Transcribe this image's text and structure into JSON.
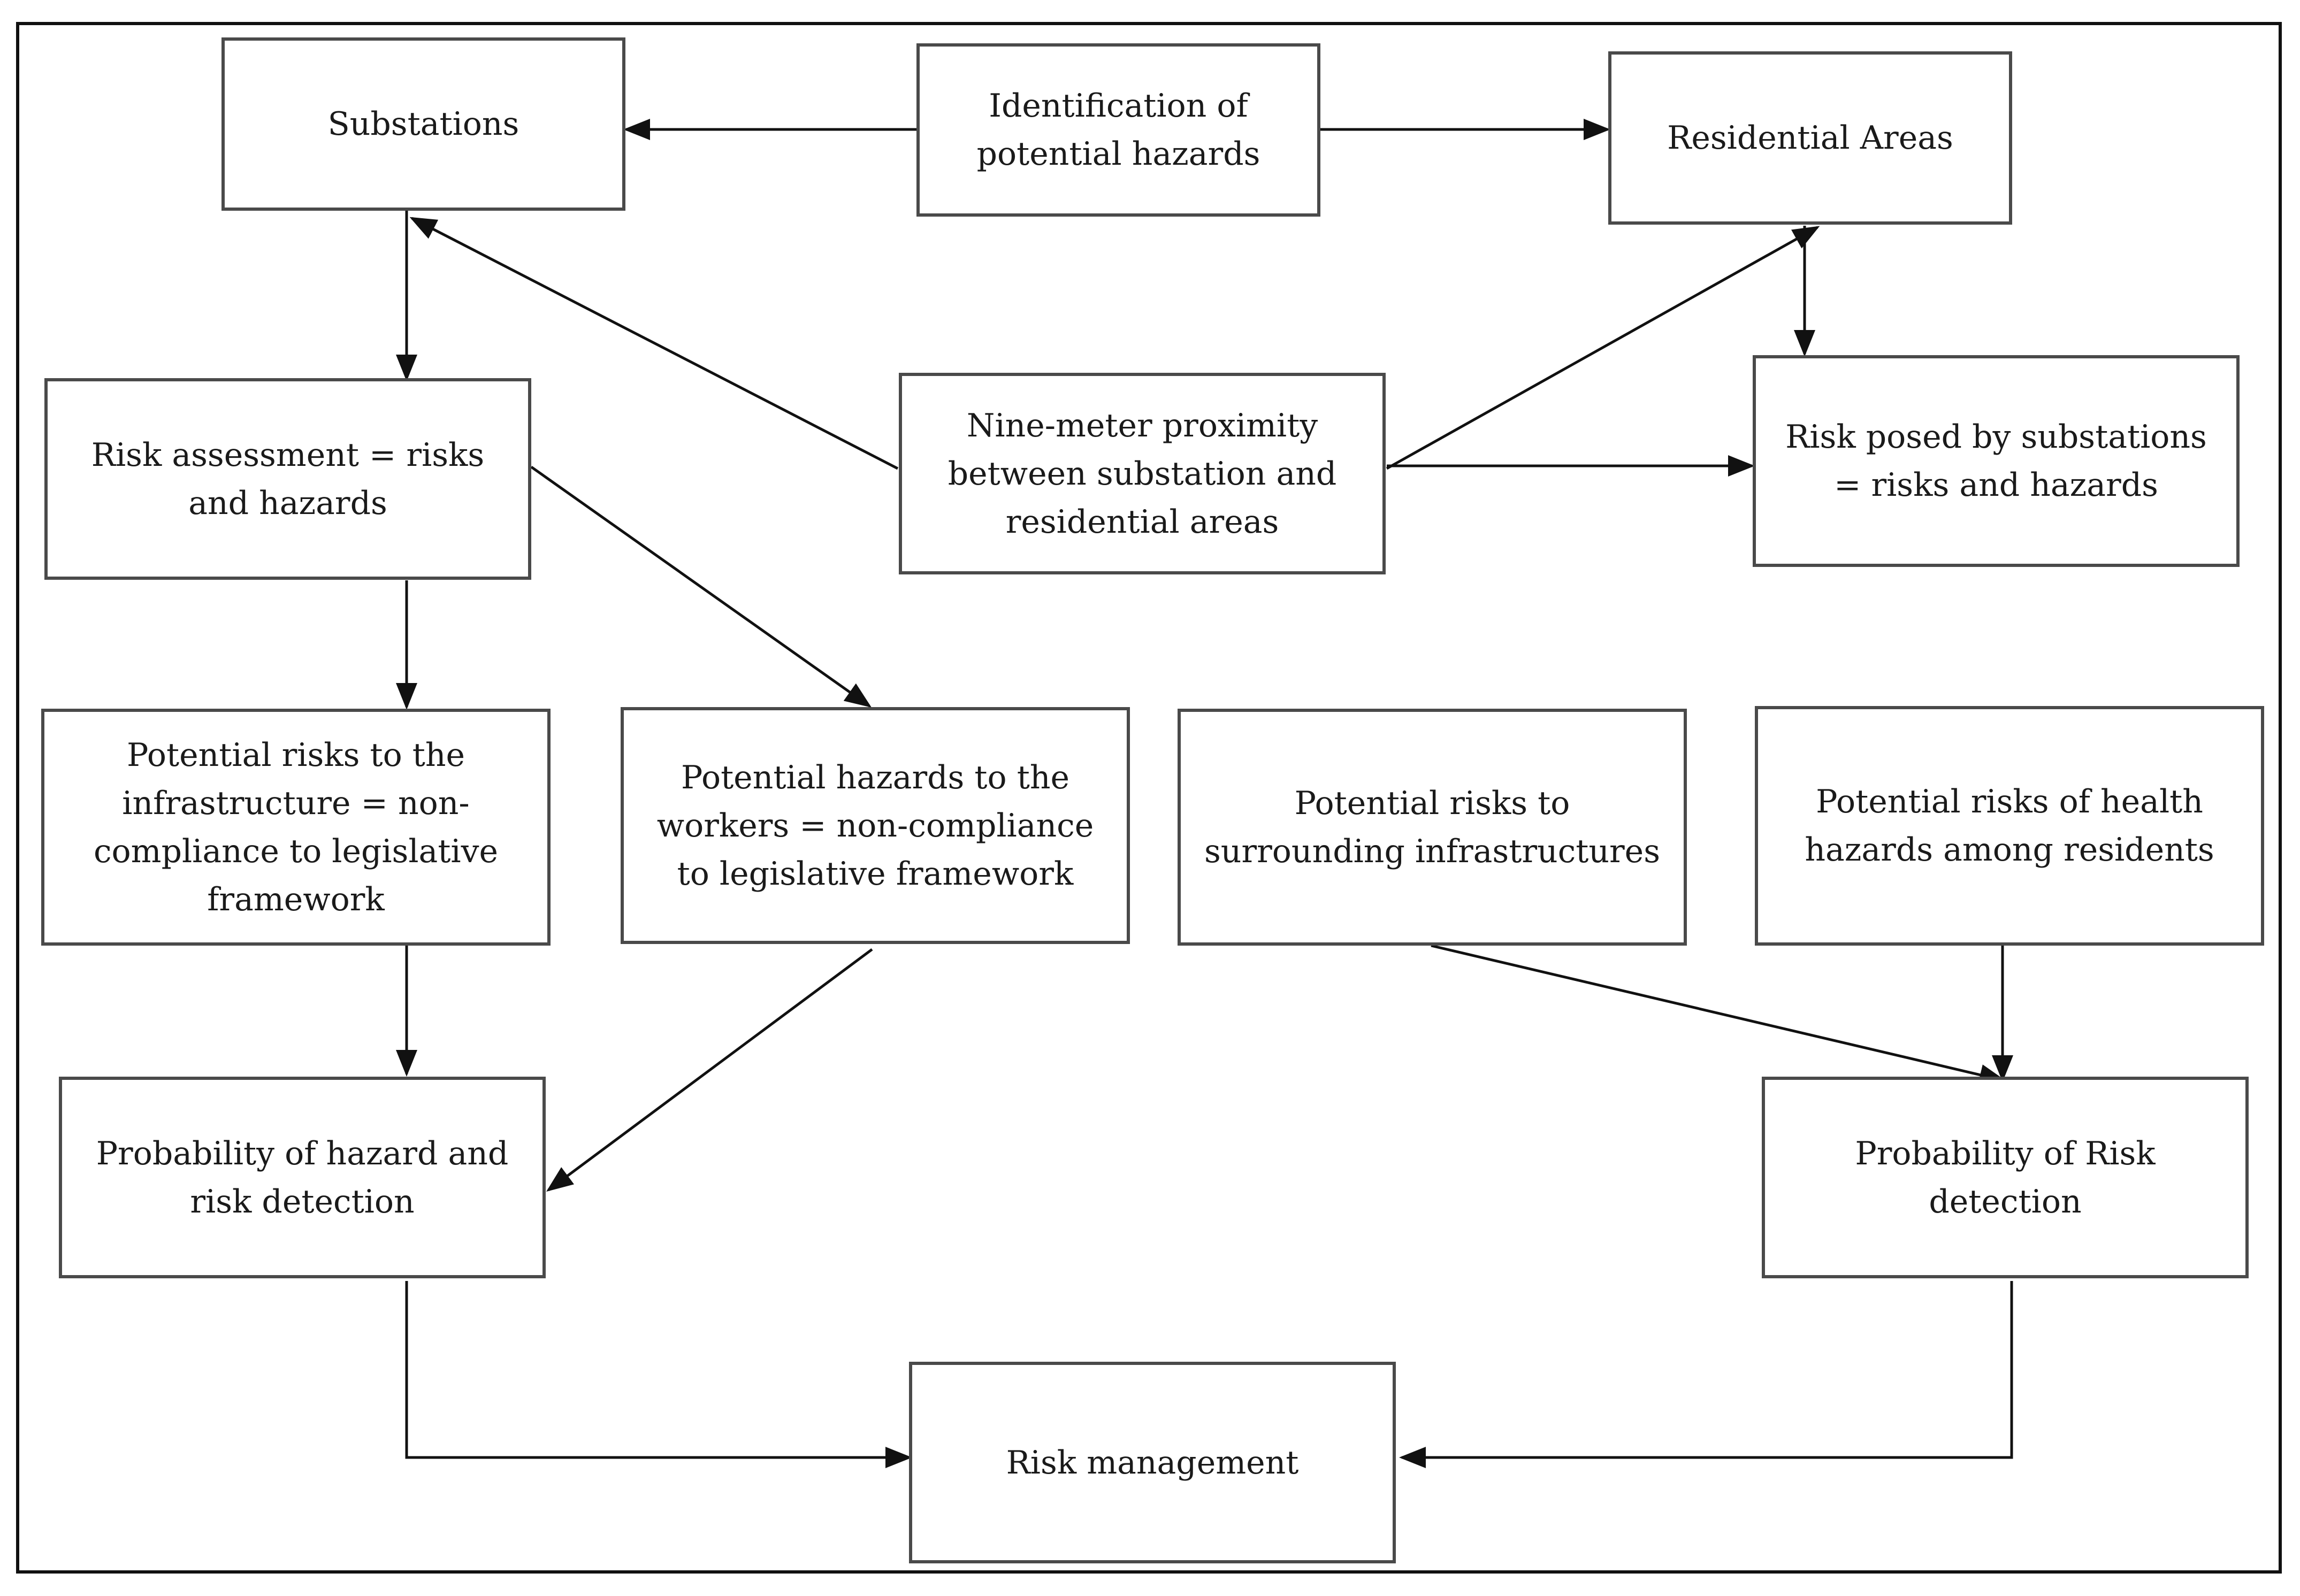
{
  "diagram": {
    "nodes": {
      "substations": "Substations",
      "identification": "Identification of\npotential hazards",
      "residential": "Residential Areas",
      "risk_assessment": "Risk assessment = risks\nand hazards",
      "proximity": "Nine-meter proximity\nbetween substation and\nresidential areas",
      "risk_posed": "Risk posed by substations\n= risks and hazards",
      "infra_risks": "Potential risks to the\ninfrastructure = non-\ncompliance to legislative\nframework",
      "worker_hazards": "Potential hazards to the\nworkers = non-compliance\nto legislative framework",
      "surrounding_risks": "Potential risks to\nsurrounding infrastructures",
      "health_risks": "Potential risks of health\nhazards among residents",
      "prob_hazard": "Probability of hazard and\nrisk detection",
      "prob_risk": "Probability of Risk\ndetection",
      "risk_management": "Risk management"
    },
    "edges": [
      {
        "from": "identification",
        "to": "substations"
      },
      {
        "from": "identification",
        "to": "residential"
      },
      {
        "from": "substations",
        "to": "risk_assessment"
      },
      {
        "from": "proximity",
        "to": "substations"
      },
      {
        "from": "proximity",
        "to": "residential"
      },
      {
        "from": "proximity",
        "to": "risk_posed"
      },
      {
        "from": "residential",
        "to": "risk_posed"
      },
      {
        "from": "risk_assessment",
        "to": "infra_risks"
      },
      {
        "from": "risk_assessment",
        "to": "worker_hazards"
      },
      {
        "from": "infra_risks",
        "to": "prob_hazard"
      },
      {
        "from": "worker_hazards",
        "to": "prob_hazard"
      },
      {
        "from": "surrounding_risks",
        "to": "prob_risk"
      },
      {
        "from": "health_risks",
        "to": "prob_risk"
      },
      {
        "from": "prob_hazard",
        "to": "risk_management"
      },
      {
        "from": "prob_risk",
        "to": "risk_management"
      }
    ],
    "colors": {
      "frame": "#111111",
      "box_border": "#4a4a4a",
      "arrow": "#111111",
      "text": "#1a1a1a"
    }
  }
}
